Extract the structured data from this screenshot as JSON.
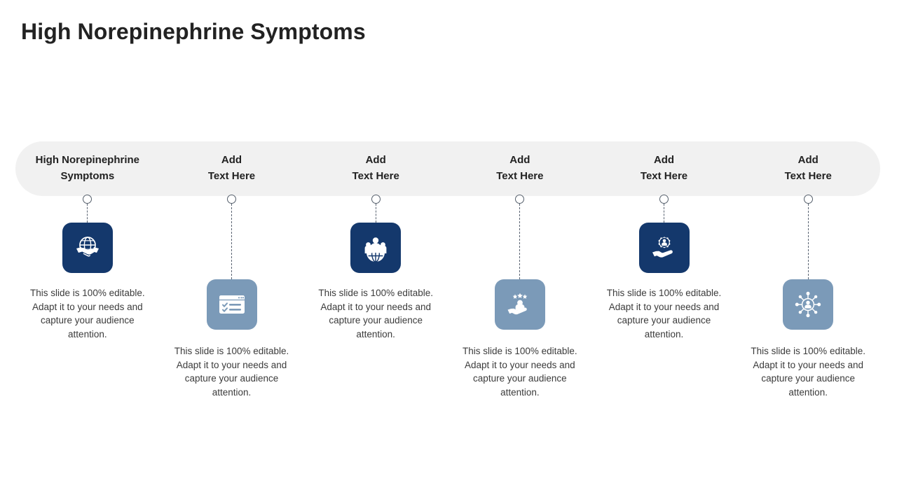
{
  "slide": {
    "title": "High Norepinephrine Symptoms",
    "background_color": "#ffffff",
    "pill_color": "#f1f1f1",
    "accent_navy": "#14386c",
    "accent_steel": "#7b9ab8",
    "title_color": "#222222",
    "body_text_color": "#3b3b3b"
  },
  "columns": [
    {
      "label_line1": "High Norepinephrine",
      "label_line2": "Symptoms",
      "icon": "globe-handshake-icon",
      "tile_color": "#14386c",
      "tile_variant": "navy",
      "position": "high",
      "body": "This slide is 100% editable. Adapt it to your needs and capture your audience attention."
    },
    {
      "label_line1": "Add",
      "label_line2": "Text Here",
      "icon": "checklist-window-icon",
      "tile_color": "#7b9ab8",
      "tile_variant": "steel",
      "position": "low",
      "body": "This slide is 100% editable. Adapt it to your needs and capture your audience attention."
    },
    {
      "label_line1": "Add",
      "label_line2": "Text Here",
      "icon": "global-team-icon",
      "tile_color": "#14386c",
      "tile_variant": "navy",
      "position": "high",
      "body": "This slide is 100% editable. Adapt it to your needs and capture your audience attention."
    },
    {
      "label_line1": "Add",
      "label_line2": "Text Here",
      "icon": "hand-person-stars-icon",
      "tile_color": "#7b9ab8",
      "tile_variant": "steel",
      "position": "low",
      "body": "This slide is 100% editable. Adapt it to your needs and capture your audience attention."
    },
    {
      "label_line1": "Add",
      "label_line2": "Text Here",
      "icon": "hand-gear-person-icon",
      "tile_color": "#14386c",
      "tile_variant": "navy",
      "position": "high",
      "body": "This slide is 100% editable. Adapt it to your needs and capture your audience attention."
    },
    {
      "label_line1": "Add",
      "label_line2": "Text Here",
      "icon": "person-network-hub-icon",
      "tile_color": "#7b9ab8",
      "tile_variant": "steel",
      "position": "low",
      "body": "This slide is 100% editable. Adapt it to your needs and capture your audience attention."
    }
  ]
}
